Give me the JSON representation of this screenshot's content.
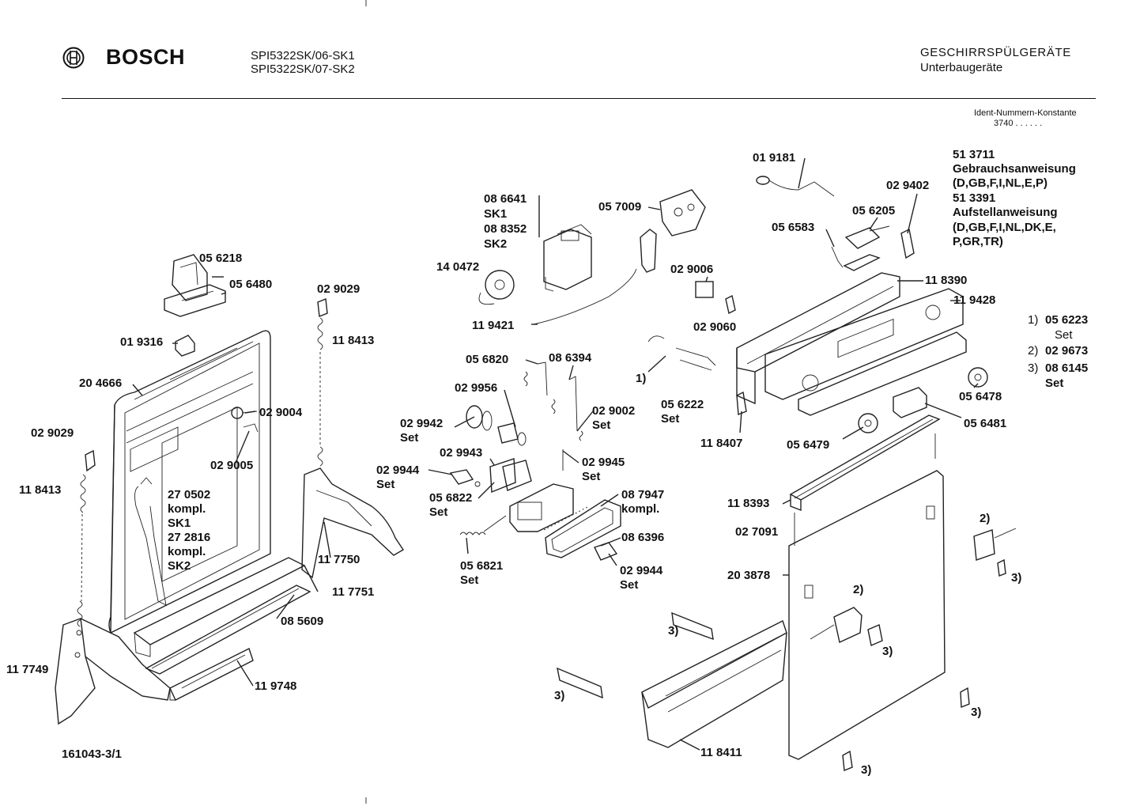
{
  "header": {
    "brand": "BOSCH",
    "brand_logo_icon": "bosch-armature-logo-icon",
    "models": [
      "SPI5322SK/06-SK1",
      "SPI5322SK/07-SK2"
    ],
    "category": "GESCHIRRSPÜLGERÄTE",
    "subcategory": "Unterbaugeräte",
    "ident_label": "Ident-Nummern-Konstante",
    "ident_value": "3740  . .  . . . ."
  },
  "footer": {
    "drawing_number": "161043-3/1"
  },
  "documents": [
    "51 3711",
    "Gebrauchsanweisung",
    "(D,GB,F,I,NL,E,P)",
    "51 3391",
    "Aufstellanweisung",
    "(D,GB,F,I,NL,DK,E,",
    "P,GR,TR)"
  ],
  "sets": [
    {
      "ref": "1)",
      "number": "05 6223",
      "suffix": "Set"
    },
    {
      "ref": "2)",
      "number": "02 9673",
      "suffix": ""
    },
    {
      "ref": "3)",
      "number": "08 6145",
      "suffix": "Set"
    }
  ],
  "parts": [
    {
      "id": "056218",
      "text": "05 6218"
    },
    {
      "id": "056480",
      "text": "05 6480"
    },
    {
      "id": "019316",
      "text": "01 9316"
    },
    {
      "id": "204666",
      "text": "20 4666"
    },
    {
      "id": "029004",
      "text": "02 9004"
    },
    {
      "id": "029005",
      "text": "02 9005"
    },
    {
      "id": "029029a",
      "text": "02 9029"
    },
    {
      "id": "118413a",
      "text": "11 8413"
    },
    {
      "id": "029029b",
      "text": "02 9029"
    },
    {
      "id": "118413b",
      "text": "11 8413"
    },
    {
      "id": "270502",
      "text": "27 0502\nkompl.\nSK1\n27 2816\nkompl.\nSK2"
    },
    {
      "id": "117750",
      "text": "11 7750"
    },
    {
      "id": "117751",
      "text": "11 7751"
    },
    {
      "id": "085609",
      "text": "08 5609"
    },
    {
      "id": "119748",
      "text": "11 9748"
    },
    {
      "id": "117749",
      "text": "11 7749"
    },
    {
      "id": "086641",
      "text": "08 6641\nSK1\n08 8352\nSK2"
    },
    {
      "id": "140472",
      "text": "14 0472"
    },
    {
      "id": "057009",
      "text": "05 7009"
    },
    {
      "id": "119421",
      "text": "11 9421"
    },
    {
      "id": "056820",
      "text": "05 6820"
    },
    {
      "id": "086394",
      "text": "08 6394"
    },
    {
      "id": "029956",
      "text": "02 9956"
    },
    {
      "id": "029942",
      "text": "02 9942\nSet"
    },
    {
      "id": "029002",
      "text": "02 9002\nSet"
    },
    {
      "id": "029943",
      "text": "02 9943"
    },
    {
      "id": "029945",
      "text": "02 9945\nSet"
    },
    {
      "id": "029944a",
      "text": "02 9944\nSet"
    },
    {
      "id": "056822",
      "text": "05 6822\nSet"
    },
    {
      "id": "087947",
      "text": "08 7947\nkompl."
    },
    {
      "id": "086396",
      "text": "08 6396"
    },
    {
      "id": "056821",
      "text": "05 6821\nSet"
    },
    {
      "id": "029944b",
      "text": "02 9944\nSet"
    },
    {
      "id": "019181",
      "text": "01 9181"
    },
    {
      "id": "029402",
      "text": "02 9402"
    },
    {
      "id": "056205",
      "text": "05 6205"
    },
    {
      "id": "056583",
      "text": "05 6583"
    },
    {
      "id": "029006",
      "text": "02 9006"
    },
    {
      "id": "029060",
      "text": "02 9060"
    },
    {
      "id": "118390",
      "text": "11 8390"
    },
    {
      "id": "119428",
      "text": "11 9428"
    },
    {
      "id": "056222",
      "text": "05 6222\nSet"
    },
    {
      "id": "ref1",
      "text": "1)"
    },
    {
      "id": "118407",
      "text": "11 8407"
    },
    {
      "id": "056479",
      "text": "05 6479"
    },
    {
      "id": "056478",
      "text": "05 6478"
    },
    {
      "id": "056481",
      "text": "05 6481"
    },
    {
      "id": "118393",
      "text": "11 8393"
    },
    {
      "id": "027091",
      "text": "02 7091"
    },
    {
      "id": "203878",
      "text": "20 3878"
    },
    {
      "id": "118411",
      "text": "11 8411"
    },
    {
      "id": "ref2a",
      "text": "2)"
    },
    {
      "id": "ref2b",
      "text": "2)"
    },
    {
      "id": "ref3a",
      "text": "3)"
    },
    {
      "id": "ref3b",
      "text": "3)"
    },
    {
      "id": "ref3c",
      "text": "3)"
    },
    {
      "id": "ref3d",
      "text": "3)"
    },
    {
      "id": "ref3e",
      "text": "3)"
    },
    {
      "id": "ref3f",
      "text": "3)"
    }
  ]
}
